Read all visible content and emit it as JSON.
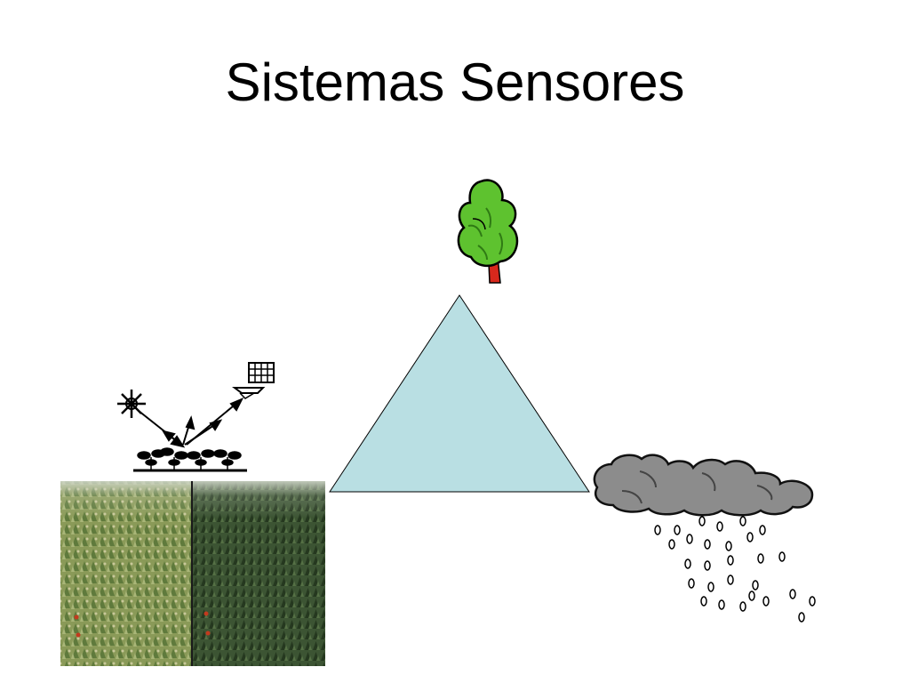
{
  "slide": {
    "title": "Sistemas Sensores"
  },
  "diagram": {
    "nodes": [
      {
        "icon": "tree-icon"
      },
      {
        "icon": "rain-cloud-icon"
      },
      {
        "icon": "remote-sensing-illustration"
      },
      {
        "icon": "forest-photo"
      }
    ],
    "colors": {
      "triangle_fill": "#b9dfe3",
      "tree_green": "#5ec22f",
      "tree_trunk": "#d8281c",
      "cloud_gray": "#8c8c8c",
      "forest_light": "#8a9a58",
      "forest_dark": "#3c5433"
    }
  }
}
